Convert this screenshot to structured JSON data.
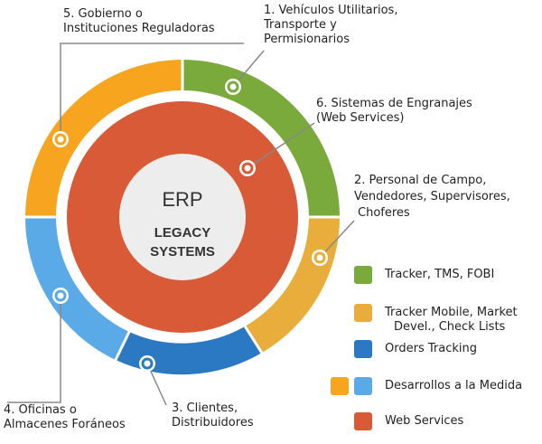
{
  "center": {
    "title": "ERP",
    "line1": "LEGACY",
    "line2": "SYSTEMS"
  },
  "colors": {
    "green": "#7aa93c",
    "yellow": "#e9ad3c",
    "orange": "#f7a51e",
    "blue_light": "#5aaae8",
    "blue_dark": "#2a79c2",
    "red": "#d95a36",
    "center_fill": "#ededed"
  },
  "labels": {
    "l1": [
      "1. Vehículos Utilitarios,",
      "Transporte y",
      "Permisionarios"
    ],
    "l2": [
      "2. Personal de Campo,",
      "Vendedores, Supervisores,",
      "Choferes"
    ],
    "l3": [
      "3. Clientes,",
      "Distribuidores"
    ],
    "l4": [
      "4. Oficinas o",
      "Almacenes Foráneos"
    ],
    "l5": [
      "5. Gobierno o",
      "Instituciones Reguladoras"
    ],
    "l6": [
      "6. Sistemas de Engranajes",
      "(Web Services)"
    ]
  },
  "legend": [
    {
      "lines": [
        "Tracker, TMS, FOBI"
      ],
      "colors": [
        "#7aa93c"
      ]
    },
    {
      "lines": [
        "Tracker Mobile, Market",
        "Devel., Check Lists"
      ],
      "colors": [
        "#e9ad3c"
      ]
    },
    {
      "lines": [
        "Orders Tracking"
      ],
      "colors": [
        "#2a79c2"
      ]
    },
    {
      "lines": [
        "Desarrollos a la Medida"
      ],
      "colors": [
        "#f7a51e",
        "#5aaae8"
      ]
    },
    {
      "lines": [
        "Web Services"
      ],
      "colors": [
        "#d95a36"
      ]
    }
  ]
}
